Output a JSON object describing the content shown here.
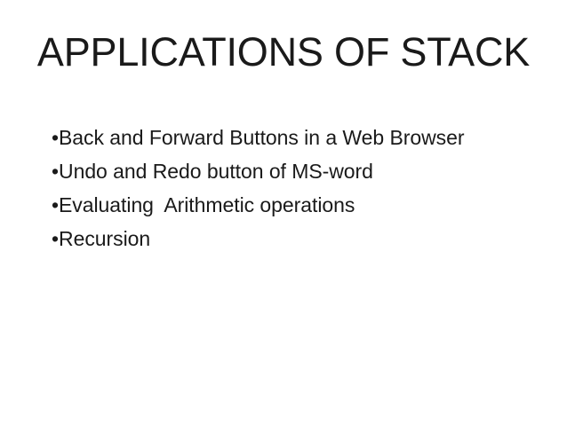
{
  "slide": {
    "title": "APPLICATIONS OF STACK",
    "background_color": "#ffffff",
    "text_color": "#1a1a1a",
    "bullet_glyph": "•",
    "bullets": [
      {
        "marker": "•",
        "text": "Back and Forward Buttons in a Web Browser"
      },
      {
        "marker": "•",
        "text": "Undo and Redo button of MS-word"
      },
      {
        "marker": "•",
        "text": "Evaluating  Arithmetic operations"
      },
      {
        "marker": "•",
        "text": "Recursion"
      }
    ]
  }
}
